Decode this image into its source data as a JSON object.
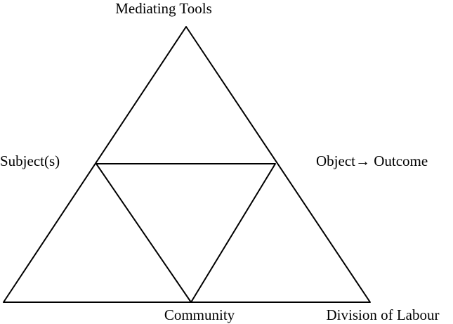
{
  "diagram": {
    "labels": {
      "top": "Mediating Tools",
      "left": "Subject(s)",
      "right": "Object→ Outcome",
      "bottom_center": "Community",
      "bottom_right": "Division of Labour"
    }
  }
}
